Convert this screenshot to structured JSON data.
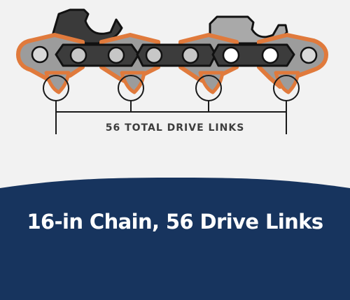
{
  "diagram": {
    "measure_label": "56 TOTAL DRIVE LINKS",
    "banner_title": "16-in Chain, 56 Drive Links",
    "colors": {
      "background": "#f2f2f2",
      "banner": "#17345e",
      "accent_orange": "#e07a3c",
      "side_link": "#9c9c9c",
      "center_link": "#3c3c3c",
      "cutter_steel": "#a9a9a9",
      "outline": "#1a1a1a"
    },
    "icons": [
      "saw-chain-illustration",
      "drive-link-markers"
    ]
  }
}
